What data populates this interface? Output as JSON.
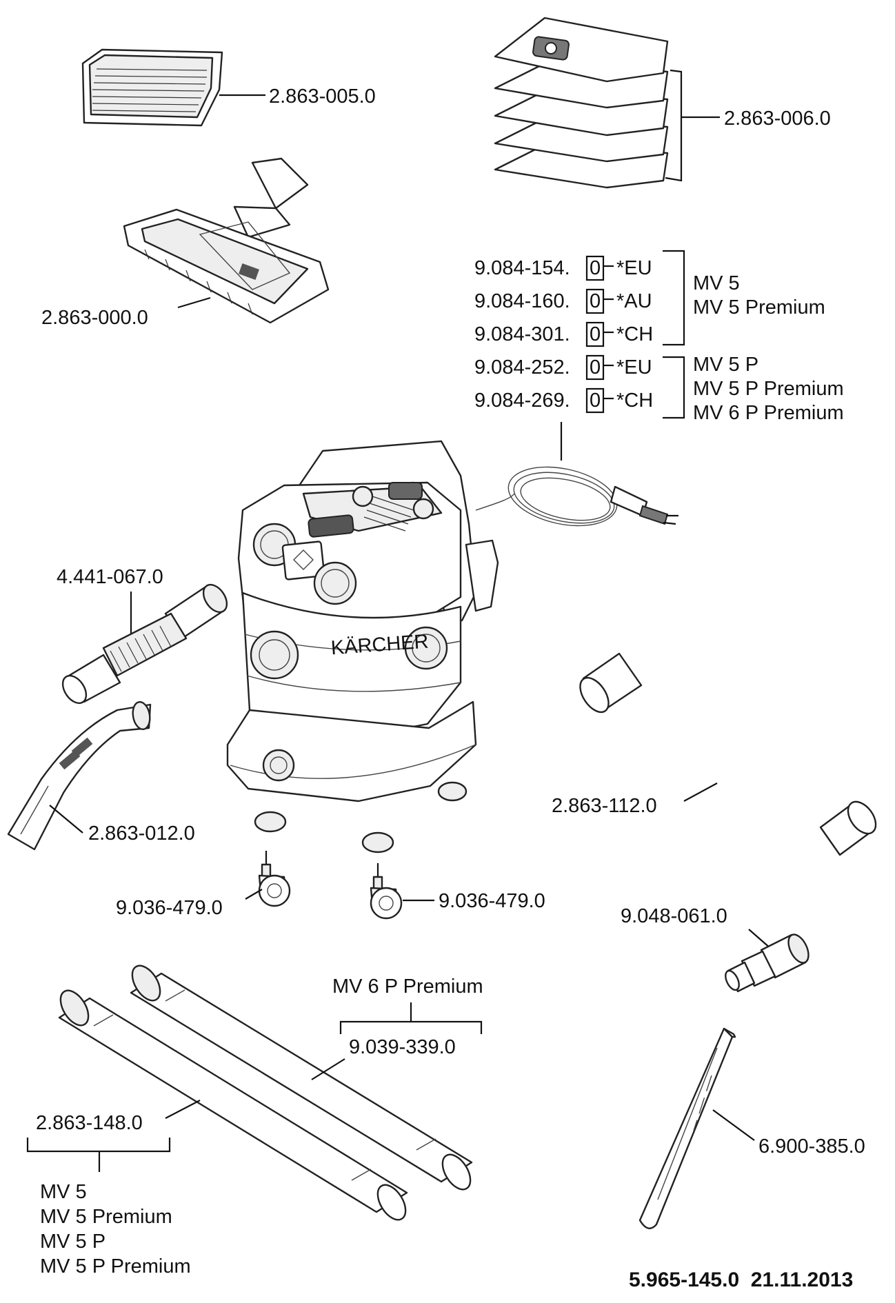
{
  "parts": {
    "filter": "2.863-005.0",
    "filter_bags": "2.863-006.0",
    "floor_nozzle": "2.863-000.0",
    "cable_1": "9.084-154.",
    "cable_1_suffix": "0",
    "cable_1_region": "*EU",
    "cable_2": "9.084-160.",
    "cable_2_suffix": "0",
    "cable_2_region": "*AU",
    "cable_3": "9.084-301.",
    "cable_3_suffix": "0",
    "cable_3_region": "*CH",
    "cable_4": "9.084-252.",
    "cable_4_suffix": "0",
    "cable_4_region": "*EU",
    "cable_5": "9.084-269.",
    "cable_5_suffix": "0",
    "cable_5_region": "*CH",
    "adapter_hose": "4.441-067.0",
    "suction_hose": "2.863-112.0",
    "elbow": "2.863-012.0",
    "castor_left": "9.036-479.0",
    "castor_right": "9.036-479.0",
    "reducer": "9.048-061.0",
    "tube_right": "9.039-339.0",
    "tube_left": "2.863-148.0",
    "crevice_nozzle": "6.900-385.0"
  },
  "models": {
    "group_a": [
      "MV 5",
      "MV 5 Premium"
    ],
    "group_b": [
      "MV 5 P",
      "MV 5 P Premium",
      "MV 6 P Premium"
    ],
    "tube_right": "MV 6 P Premium",
    "tube_left": [
      "MV 5",
      "MV 5 Premium",
      "MV 5 P",
      "MV 5 P Premium"
    ]
  },
  "footer": "5.965-145.0  21.11.2013"
}
